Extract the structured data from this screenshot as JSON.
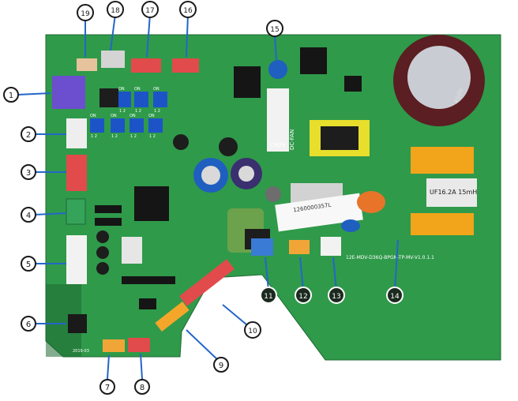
{
  "labels": [
    {
      "num": "1"
    },
    {
      "num": "2"
    },
    {
      "num": "3"
    },
    {
      "num": "4"
    },
    {
      "num": "5"
    },
    {
      "num": "6"
    },
    {
      "num": "7"
    },
    {
      "num": "8"
    },
    {
      "num": "9"
    },
    {
      "num": "10"
    },
    {
      "num": "11"
    },
    {
      "num": "12"
    },
    {
      "num": "13"
    },
    {
      "num": "14"
    },
    {
      "num": "15"
    },
    {
      "num": "16"
    },
    {
      "num": "17"
    },
    {
      "num": "18"
    },
    {
      "num": "19"
    }
  ],
  "board_text": {
    "cn24": "CN24",
    "dc_fan": "DC-FAN",
    "cap_rating": "450V",
    "filter_label": "UF16.2A 15mH",
    "sticker_code": "1260000357L",
    "board_id": "12E-MDV-D36Q-BPGN-TP-MV-V1.0.1.1",
    "on1": "ON",
    "on2": "ON",
    "on3": "ON",
    "on4": "ON",
    "on5": "ON",
    "on6": "ON",
    "on7": "ON",
    "sw12a": "1 2",
    "sw12b": "1 2",
    "sw12c": "1 2",
    "sw12d": "1 2",
    "sw12e": "1 2",
    "sw12f": "1 2",
    "sw12g": "1 2",
    "date_code": "2019-03"
  },
  "colors": {
    "board": "#2f9a4a",
    "label_circle": "#ffffff",
    "label_stroke": "#1a1a1a",
    "label_circle_dark": "#1b2a1e",
    "arrow": "#2466c8"
  }
}
